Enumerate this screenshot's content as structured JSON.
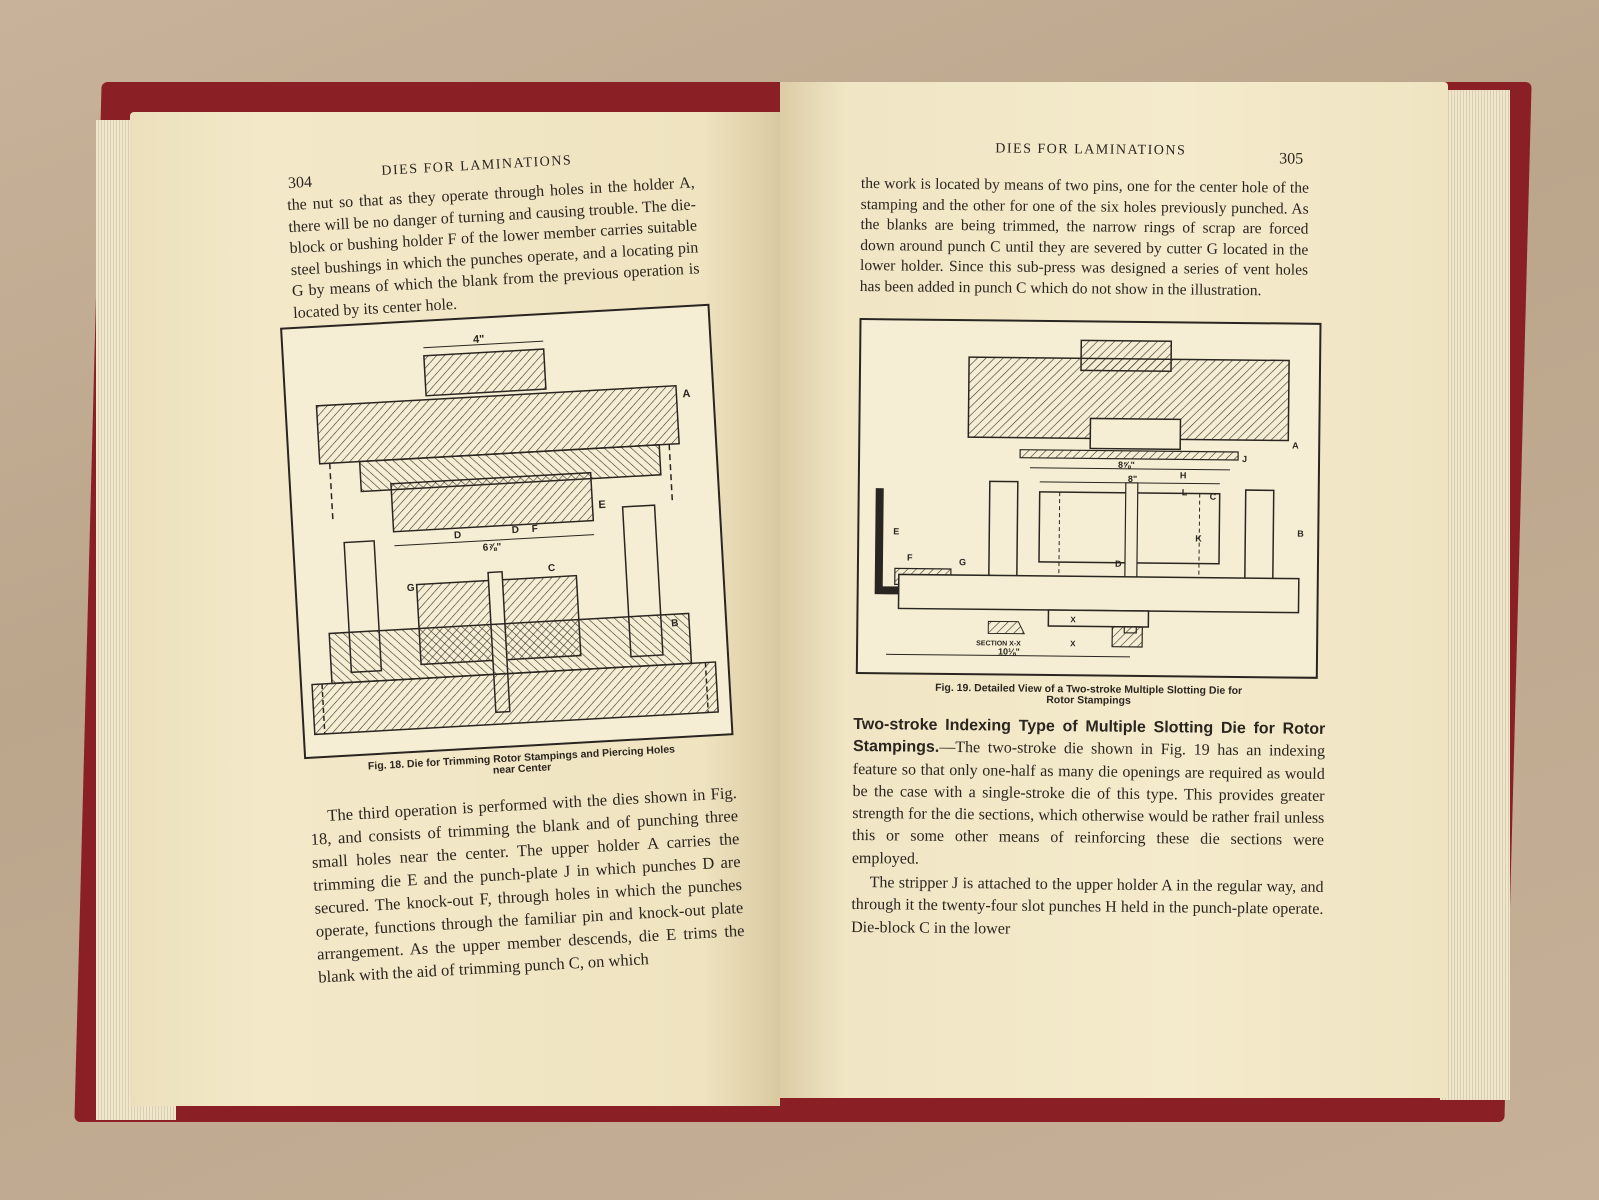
{
  "left_page": {
    "page_number": "304",
    "running_head": "DIES FOR LAMINATIONS",
    "intro_paragraph": "the nut so that as they operate through holes in the holder A, there will be no danger of turning and causing trouble. The die-block or bushing holder F of the lower member carries suitable steel bushings in which the punches operate, and a locating pin G by means of which the blank from the previous operation is located by its center hole.",
    "figure": {
      "caption_line1": "Fig. 18. Die for Trimming Rotor Stampings and Piercing Holes",
      "caption_line2": "near Center",
      "labels": {
        "dim_top": "4\"",
        "a": "A",
        "e": "E",
        "d1": "D",
        "dim_mid": "6⅞\"",
        "d2": "D",
        "f": "F",
        "g": "G",
        "c": "C",
        "b": "B"
      }
    },
    "paragraph2": "The third operation is performed with the dies shown in Fig. 18, and consists of trimming the blank and of punching three small holes near the center. The upper holder A carries the trimming die E and the punch-plate J in which punches D are secured. The knock-out F, through holes in which the punches operate, functions through the familiar pin and knock-out plate arrangement. As the upper member descends, die E trims the blank with the aid of trimming punch C, on which"
  },
  "right_page": {
    "page_number": "305",
    "running_head": "DIES FOR LAMINATIONS",
    "intro_paragraph": "the work is located by means of two pins, one for the center hole of the stamping and the other for one of the six holes previously punched. As the blanks are being trimmed, the narrow rings of scrap are forced down around punch C until they are severed by cutter G located in the lower holder. Since this sub-press was designed a series of vent holes has been added in punch C which do not show in the illustration.",
    "figure": {
      "caption_line1": "Fig. 19. Detailed View of a Two-stroke Multiple Slotting Die for",
      "caption_line2": "Rotor Stampings",
      "labels": {
        "a": "A",
        "j": "J",
        "dim_h": "8⅝\"",
        "h": "H",
        "dim_8": "8\"",
        "l": "L",
        "c": "C",
        "k": "K",
        "e": "E",
        "b": "B",
        "f": "F",
        "g": "G",
        "d": "D",
        "x1": "X",
        "x2": "X",
        "section": "SECTION X-X",
        "dim_bottom": "10⅛\""
      }
    },
    "section_heading": "Two-stroke Indexing Type of Multiple Slotting Die for Rotor Stampings.",
    "section_paragraph": "—The two-stroke die shown in Fig. 19 has an indexing feature so that only one-half as many die openings are required as would be the case with a single-stroke die of this type. This provides greater strength for the die sections, which otherwise would be rather frail unless this or some other means of reinforcing these die sections were employed.",
    "paragraph3": "The stripper J is attached to the upper holder A in the regular way, and through it the twenty-four slot punches H held in the punch-plate operate. Die-block C in the lower"
  }
}
